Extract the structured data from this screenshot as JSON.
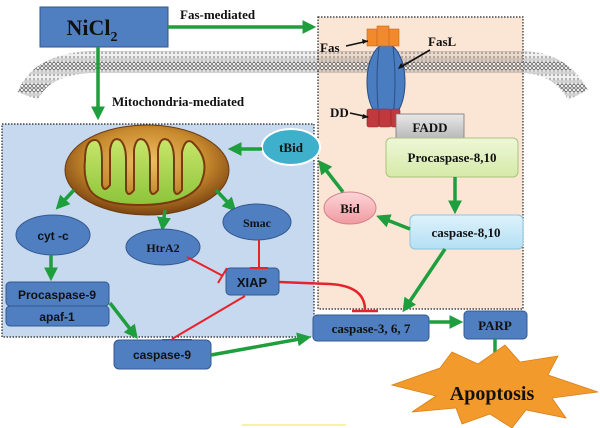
{
  "title": "NiCl2-induced apoptosis pathways",
  "colors": {
    "arrow_green": "#1f9e3e",
    "inhibit_red": "#e8222a",
    "node_blue": "#4f7fc0",
    "node_border": "#34598f",
    "mito_panel": "#c7d9ee",
    "fas_panel": "#fbe6d6",
    "procasp810": "#e6f2c8",
    "casp810": "#c9e8f7",
    "bid": "#f6b9bd",
    "tbid": "#3fb0cb",
    "fadd": "#cfcfcf",
    "apoptosis": "#f39a2c"
  },
  "nodes": {
    "nicl2": {
      "main": "NiCl",
      "sub": "2"
    },
    "fas_mediated": "Fas-mediated",
    "mito_mediated": "Mitochondria-mediated",
    "fas": "Fas",
    "fasl": "FasL",
    "dd": "DD",
    "fadd": "FADD",
    "procaspase_8_10": "Procaspase-8,10",
    "caspase_8_10": "caspase-8,10",
    "bid": "Bid",
    "tbid": "tBid",
    "cyt_c": "cyt -c",
    "htra2": "HtrA2",
    "smac": "Smac",
    "xiap": "XIAP",
    "procaspase_9": "Procaspase-9",
    "apaf_1": "apaf-1",
    "caspase_9": "caspase-9",
    "caspase_3_6_7": "caspase-3, 6, 7",
    "parp": "PARP",
    "apoptosis": "Apoptosis"
  },
  "edges": [
    {
      "from": "NiCl2",
      "to": "Fas pathway",
      "type": "activation"
    },
    {
      "from": "NiCl2",
      "to": "Mitochondria",
      "type": "activation"
    },
    {
      "from": "FADD",
      "to": "Procaspase-8,10",
      "type": "association"
    },
    {
      "from": "Procaspase-8,10",
      "to": "caspase-8,10",
      "type": "activation"
    },
    {
      "from": "caspase-8,10",
      "to": "Bid",
      "type": "activation"
    },
    {
      "from": "Bid",
      "to": "tBid",
      "type": "activation"
    },
    {
      "from": "tBid",
      "to": "Mitochondria",
      "type": "activation"
    },
    {
      "from": "Mitochondria",
      "to": "cyt -c",
      "type": "activation"
    },
    {
      "from": "Mitochondria",
      "to": "HtrA2",
      "type": "activation"
    },
    {
      "from": "Mitochondria",
      "to": "Smac",
      "type": "activation"
    },
    {
      "from": "cyt -c",
      "to": "Procaspase-9",
      "type": "activation"
    },
    {
      "from": "Procaspase-9",
      "to": "caspase-9",
      "type": "activation"
    },
    {
      "from": "HtrA2",
      "to": "XIAP",
      "type": "inhibition"
    },
    {
      "from": "Smac",
      "to": "XIAP",
      "type": "inhibition"
    },
    {
      "from": "XIAP",
      "to": "caspase-9",
      "type": "inhibition"
    },
    {
      "from": "XIAP",
      "to": "caspase-3, 6, 7",
      "type": "inhibition"
    },
    {
      "from": "caspase-9",
      "to": "caspase-3, 6, 7",
      "type": "activation"
    },
    {
      "from": "caspase-8,10",
      "to": "caspase-3, 6, 7",
      "type": "activation"
    },
    {
      "from": "caspase-3, 6, 7",
      "to": "PARP",
      "type": "activation"
    },
    {
      "from": "PARP",
      "to": "Apoptosis",
      "type": "activation"
    }
  ]
}
